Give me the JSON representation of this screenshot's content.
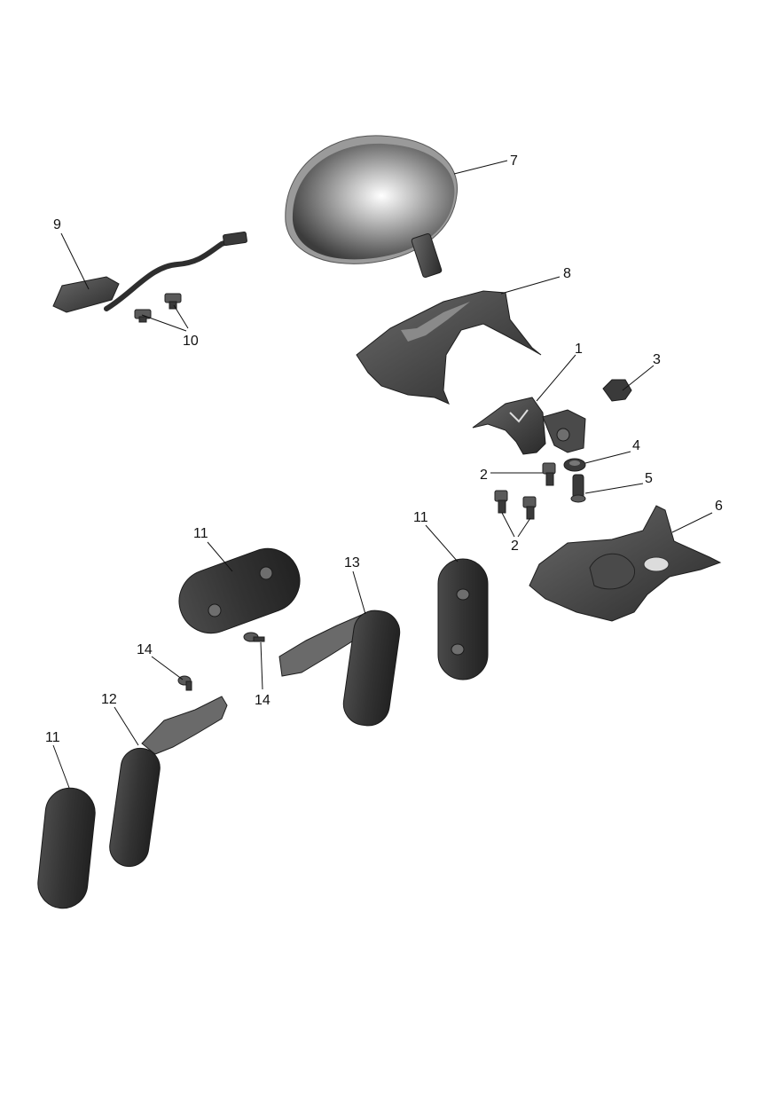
{
  "diagram": {
    "parts": [
      {
        "id": "p1",
        "callout": "1",
        "name": "mounting-bracket"
      },
      {
        "id": "p2",
        "callout": "2",
        "name": "bolt"
      },
      {
        "id": "p3",
        "callout": "3",
        "name": "clip"
      },
      {
        "id": "p4",
        "callout": "4",
        "name": "washer"
      },
      {
        "id": "p5",
        "callout": "5",
        "name": "screw"
      },
      {
        "id": "p6",
        "callout": "6",
        "name": "base-plate"
      },
      {
        "id": "p7",
        "callout": "7",
        "name": "lamp-lens"
      },
      {
        "id": "p8",
        "callout": "8",
        "name": "lamp-housing"
      },
      {
        "id": "p9",
        "callout": "9",
        "name": "plate-light-harness"
      },
      {
        "id": "p10",
        "callout": "10",
        "name": "screw"
      },
      {
        "id": "p11",
        "callout": "11",
        "name": "reflector"
      },
      {
        "id": "p12",
        "callout": "12",
        "name": "reflector-bracket-left"
      },
      {
        "id": "p13",
        "callout": "13",
        "name": "reflector-bracket-right"
      },
      {
        "id": "p14",
        "callout": "14",
        "name": "rivet"
      }
    ],
    "labels": {
      "l1": "1",
      "l2a": "2",
      "l2b": "2",
      "l3": "3",
      "l4": "4",
      "l5": "5",
      "l6": "6",
      "l7": "7",
      "l8": "8",
      "l9": "9",
      "l10": "10",
      "l11a": "11",
      "l11b": "11",
      "l11c": "11",
      "l12": "12",
      "l13": "13",
      "l14a": "14",
      "l14b": "14"
    }
  }
}
